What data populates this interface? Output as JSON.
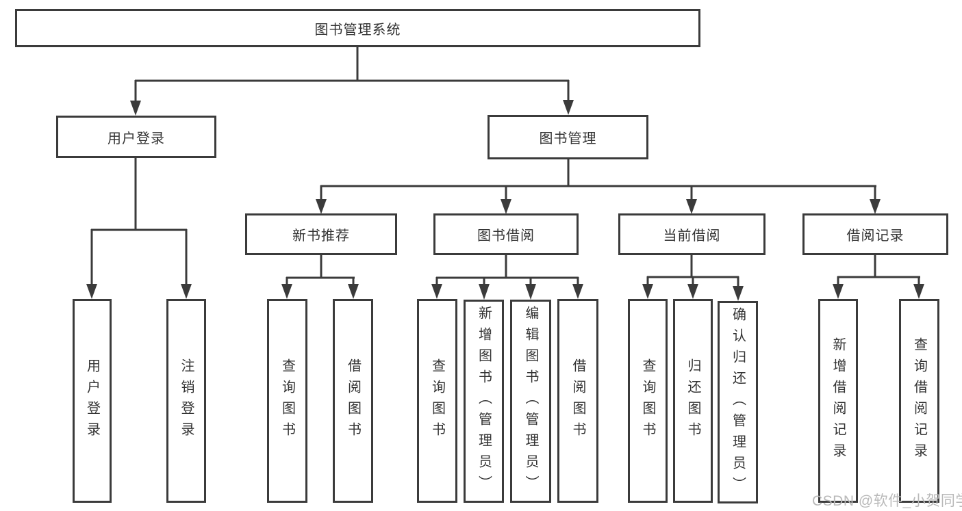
{
  "diagram_type": "org-tree",
  "colors": {
    "line": "#3b3b3b",
    "box_border": "#3b3b3b",
    "text": "#333333",
    "background": "#ffffff",
    "watermark": "#b9b9b9"
  },
  "tree": {
    "label": "图书管理系统",
    "children": [
      {
        "label": "用户登录",
        "children": [
          {
            "label": "用户登录"
          },
          {
            "label": "注销登录"
          }
        ]
      },
      {
        "label": "图书管理",
        "children": [
          {
            "label": "新书推荐",
            "children": [
              {
                "label": "查询图书"
              },
              {
                "label": "借阅图书"
              }
            ]
          },
          {
            "label": "图书借阅",
            "children": [
              {
                "label": "查询图书"
              },
              {
                "label": "新增图书（管理员）"
              },
              {
                "label": "编辑图书（管理员）"
              },
              {
                "label": "借阅图书"
              }
            ]
          },
          {
            "label": "当前借阅",
            "children": [
              {
                "label": "查询图书"
              },
              {
                "label": "归还图书"
              },
              {
                "label": "确认归还（管理员）"
              }
            ]
          },
          {
            "label": "借阅记录",
            "children": [
              {
                "label": "新增借阅记录"
              },
              {
                "label": "查询借阅记录"
              }
            ]
          }
        ]
      }
    ]
  },
  "watermark": "CSDN @软件_小贺同学"
}
